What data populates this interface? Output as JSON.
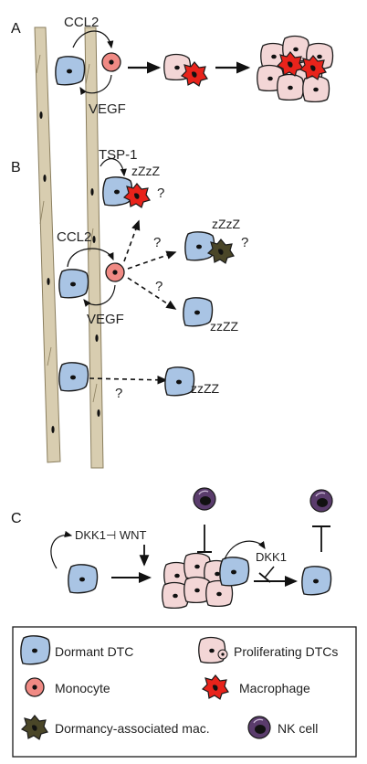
{
  "panels": {
    "a": "A",
    "b": "B",
    "c": "C"
  },
  "labels": {
    "ccl2": "CCL2",
    "vegf": "VEGF",
    "tsp1": "TSP-1",
    "zzz": "zZzZ",
    "zzz_low": "zzZZ",
    "question": "?",
    "dkk1": "DKK1",
    "dkk1_wnt": "DKK1⊣ WNT"
  },
  "legend": {
    "dormant_dtc": "Dormant DTC",
    "proliferating_dtcs": "Proliferating DTCs",
    "monocyte": "Monocyte",
    "macrophage": "Macrophage",
    "dormancy_mac": "Dormancy-associated mac.",
    "nk_cell": "NK cell"
  },
  "colors": {
    "dormant_dtc": "#a9c4e4",
    "proliferating_dtc": "#f3d6d6",
    "monocyte": "#f08a84",
    "macrophage": "#e8231b",
    "dormancy_mac": "#4a4628",
    "nk_cell": "#5a3c6c",
    "vessel": "#d8cdb0"
  }
}
